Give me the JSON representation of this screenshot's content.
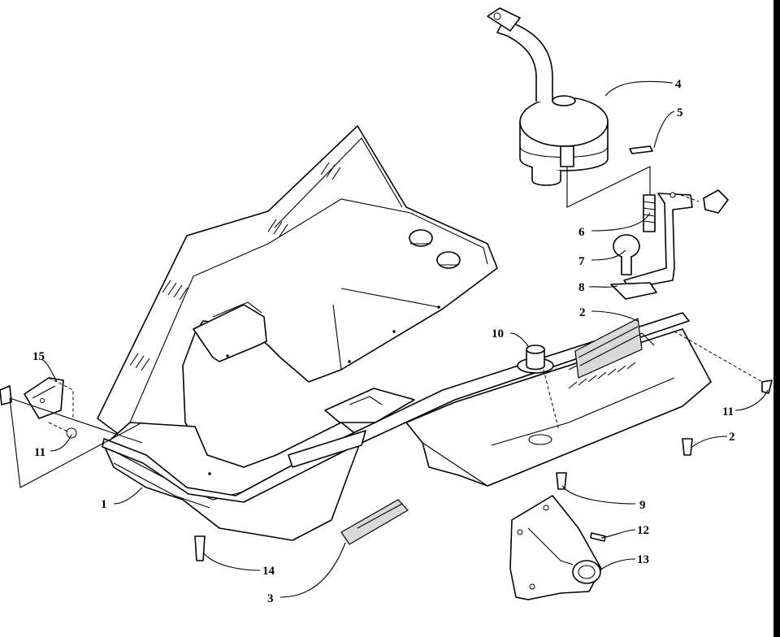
{
  "callouts": [
    {
      "id": "c1",
      "label": "1"
    },
    {
      "id": "c2a",
      "label": "2"
    },
    {
      "id": "c2b",
      "label": "2"
    },
    {
      "id": "c3",
      "label": "3"
    },
    {
      "id": "c4",
      "label": "4"
    },
    {
      "id": "c5",
      "label": "5"
    },
    {
      "id": "c6",
      "label": "6"
    },
    {
      "id": "c7",
      "label": "7"
    },
    {
      "id": "c8",
      "label": "8"
    },
    {
      "id": "c9",
      "label": "9"
    },
    {
      "id": "c10",
      "label": "10"
    },
    {
      "id": "c11a",
      "label": "11"
    },
    {
      "id": "c11b",
      "label": "11"
    },
    {
      "id": "c12",
      "label": "12"
    },
    {
      "id": "c13",
      "label": "13"
    },
    {
      "id": "c14",
      "label": "14"
    },
    {
      "id": "c15",
      "label": "15"
    }
  ],
  "colors": {
    "line": "#000000",
    "background": "#ffffff",
    "shade": "#d9d9d9"
  }
}
